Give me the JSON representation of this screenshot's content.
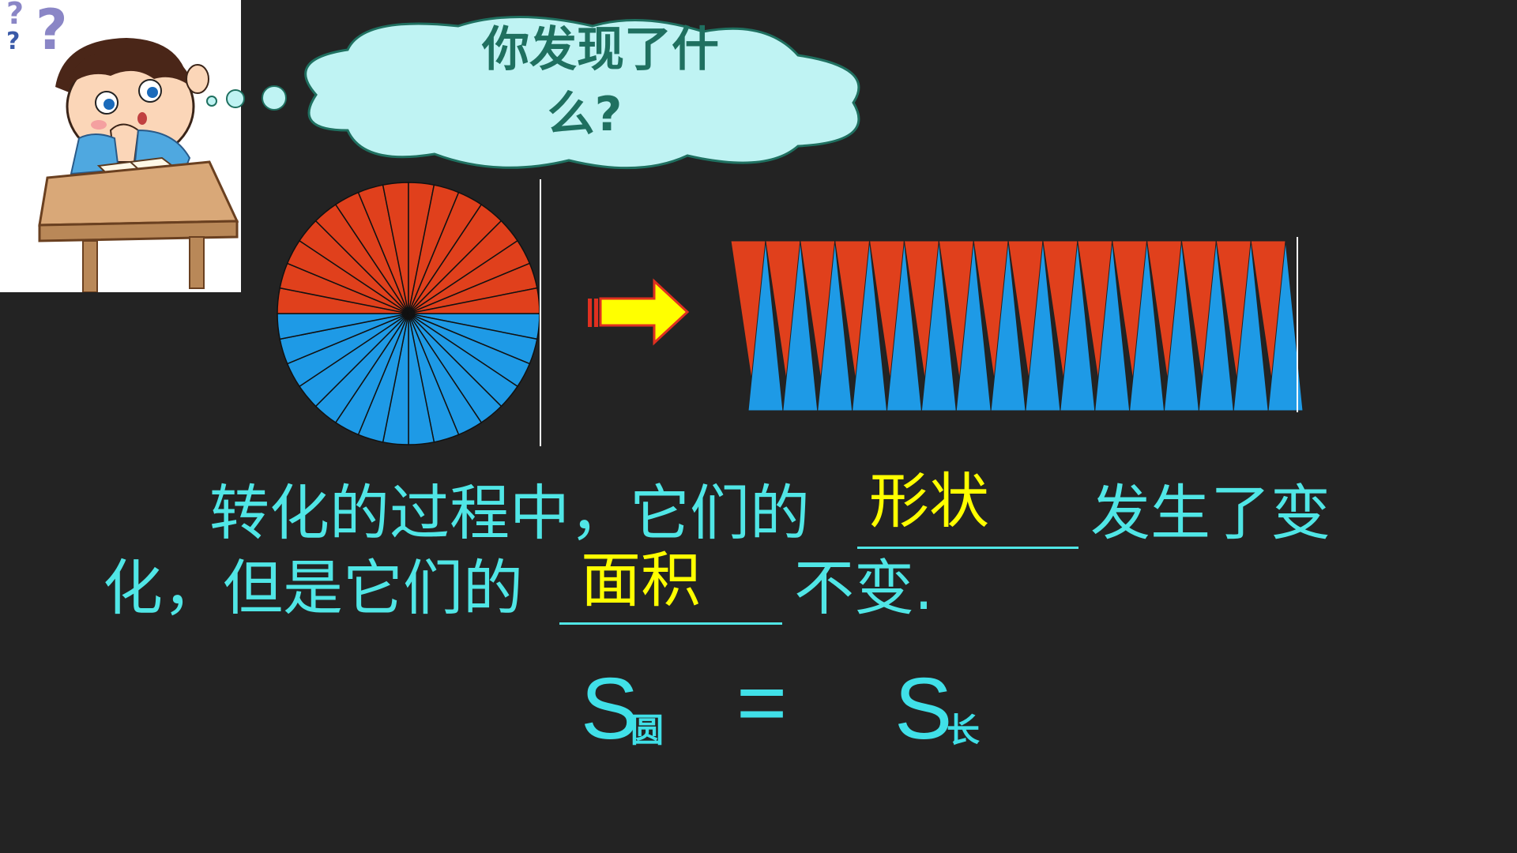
{
  "thought_bubble": {
    "line1": "你发现了什",
    "line2": "么?"
  },
  "sentence": {
    "line1_start": "转化的过程中，它们的",
    "answer1": "形状",
    "line1_end": "发生了变",
    "line2_start": "化，但是它们的",
    "answer2": "面积",
    "line2_end": "不变."
  },
  "formula": {
    "left_symbol": "S",
    "left_subscript": "圆",
    "equals": "=",
    "right_symbol": "S",
    "right_subscript": "长"
  },
  "colors": {
    "background": "#232323",
    "red": "#e0401c",
    "blue": "#1e9ae6",
    "text_cyan": "#50e6e6",
    "answer_yellow": "#ffff00",
    "bubble_fill": "#bff3f3"
  },
  "icons": {
    "student": "thinking-student-icon",
    "arrow": "right-arrow-icon"
  }
}
